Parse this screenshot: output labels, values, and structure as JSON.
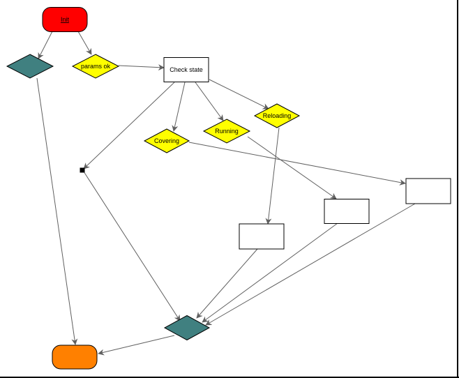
{
  "diagram": {
    "type": "flowchart",
    "colors": {
      "start_fill": "#ff0000",
      "end_fill": "#ff8000",
      "decision_fill": "#ffff00",
      "merge_fill": "#408080",
      "box_fill": "#ffffff",
      "edge": "#606060",
      "outline": "#000000"
    },
    "nodes": [
      {
        "id": "init",
        "kind": "start",
        "label": "Init"
      },
      {
        "id": "fork",
        "kind": "merge-diamond",
        "label": ""
      },
      {
        "id": "params_ok",
        "kind": "decision",
        "label": "params ok"
      },
      {
        "id": "check_state",
        "kind": "box",
        "label": "Check state"
      },
      {
        "id": "covering",
        "kind": "decision",
        "label": "Covering"
      },
      {
        "id": "running",
        "kind": "decision",
        "label": "Running"
      },
      {
        "id": "reloading",
        "kind": "decision",
        "label": "Reloading"
      },
      {
        "id": "junction",
        "kind": "point",
        "label": ""
      },
      {
        "id": "box_a",
        "kind": "box",
        "label": ""
      },
      {
        "id": "box_b",
        "kind": "box",
        "label": ""
      },
      {
        "id": "box_c",
        "kind": "box",
        "label": ""
      },
      {
        "id": "join",
        "kind": "merge-diamond",
        "label": ""
      },
      {
        "id": "end",
        "kind": "end",
        "label": ""
      }
    ],
    "edges": [
      {
        "from": "init",
        "to": "fork"
      },
      {
        "from": "init",
        "to": "params_ok"
      },
      {
        "from": "params_ok",
        "to": "check_state"
      },
      {
        "from": "check_state",
        "to": "junction"
      },
      {
        "from": "check_state",
        "to": "covering"
      },
      {
        "from": "check_state",
        "to": "running"
      },
      {
        "from": "check_state",
        "to": "reloading"
      },
      {
        "from": "covering",
        "to": "box_c"
      },
      {
        "from": "running",
        "to": "box_b"
      },
      {
        "from": "reloading",
        "to": "box_a"
      },
      {
        "from": "junction",
        "to": "join"
      },
      {
        "from": "box_a",
        "to": "join"
      },
      {
        "from": "box_b",
        "to": "join"
      },
      {
        "from": "box_c",
        "to": "join"
      },
      {
        "from": "fork",
        "to": "end"
      },
      {
        "from": "join",
        "to": "end"
      }
    ]
  }
}
